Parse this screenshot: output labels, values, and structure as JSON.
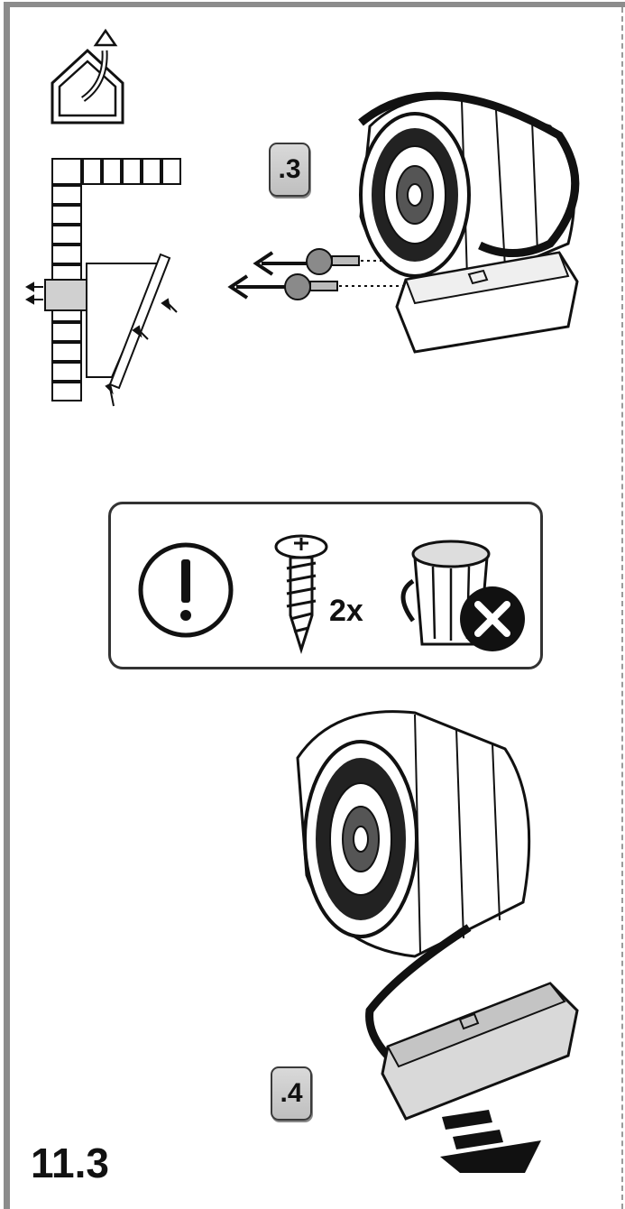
{
  "steps": {
    "remove_screws": ".3",
    "remove_box": ".4"
  },
  "notice": {
    "quantity": "2x",
    "icons": [
      "warning-exclamation-icon",
      "screw-icon",
      "trash-bin-crossed-icon"
    ]
  },
  "section_number": "11.3",
  "colors": {
    "frame": "#8c8c8c",
    "badge": "#c8c8c8",
    "line": "#111111",
    "box_fill": "#d9d9d9"
  }
}
